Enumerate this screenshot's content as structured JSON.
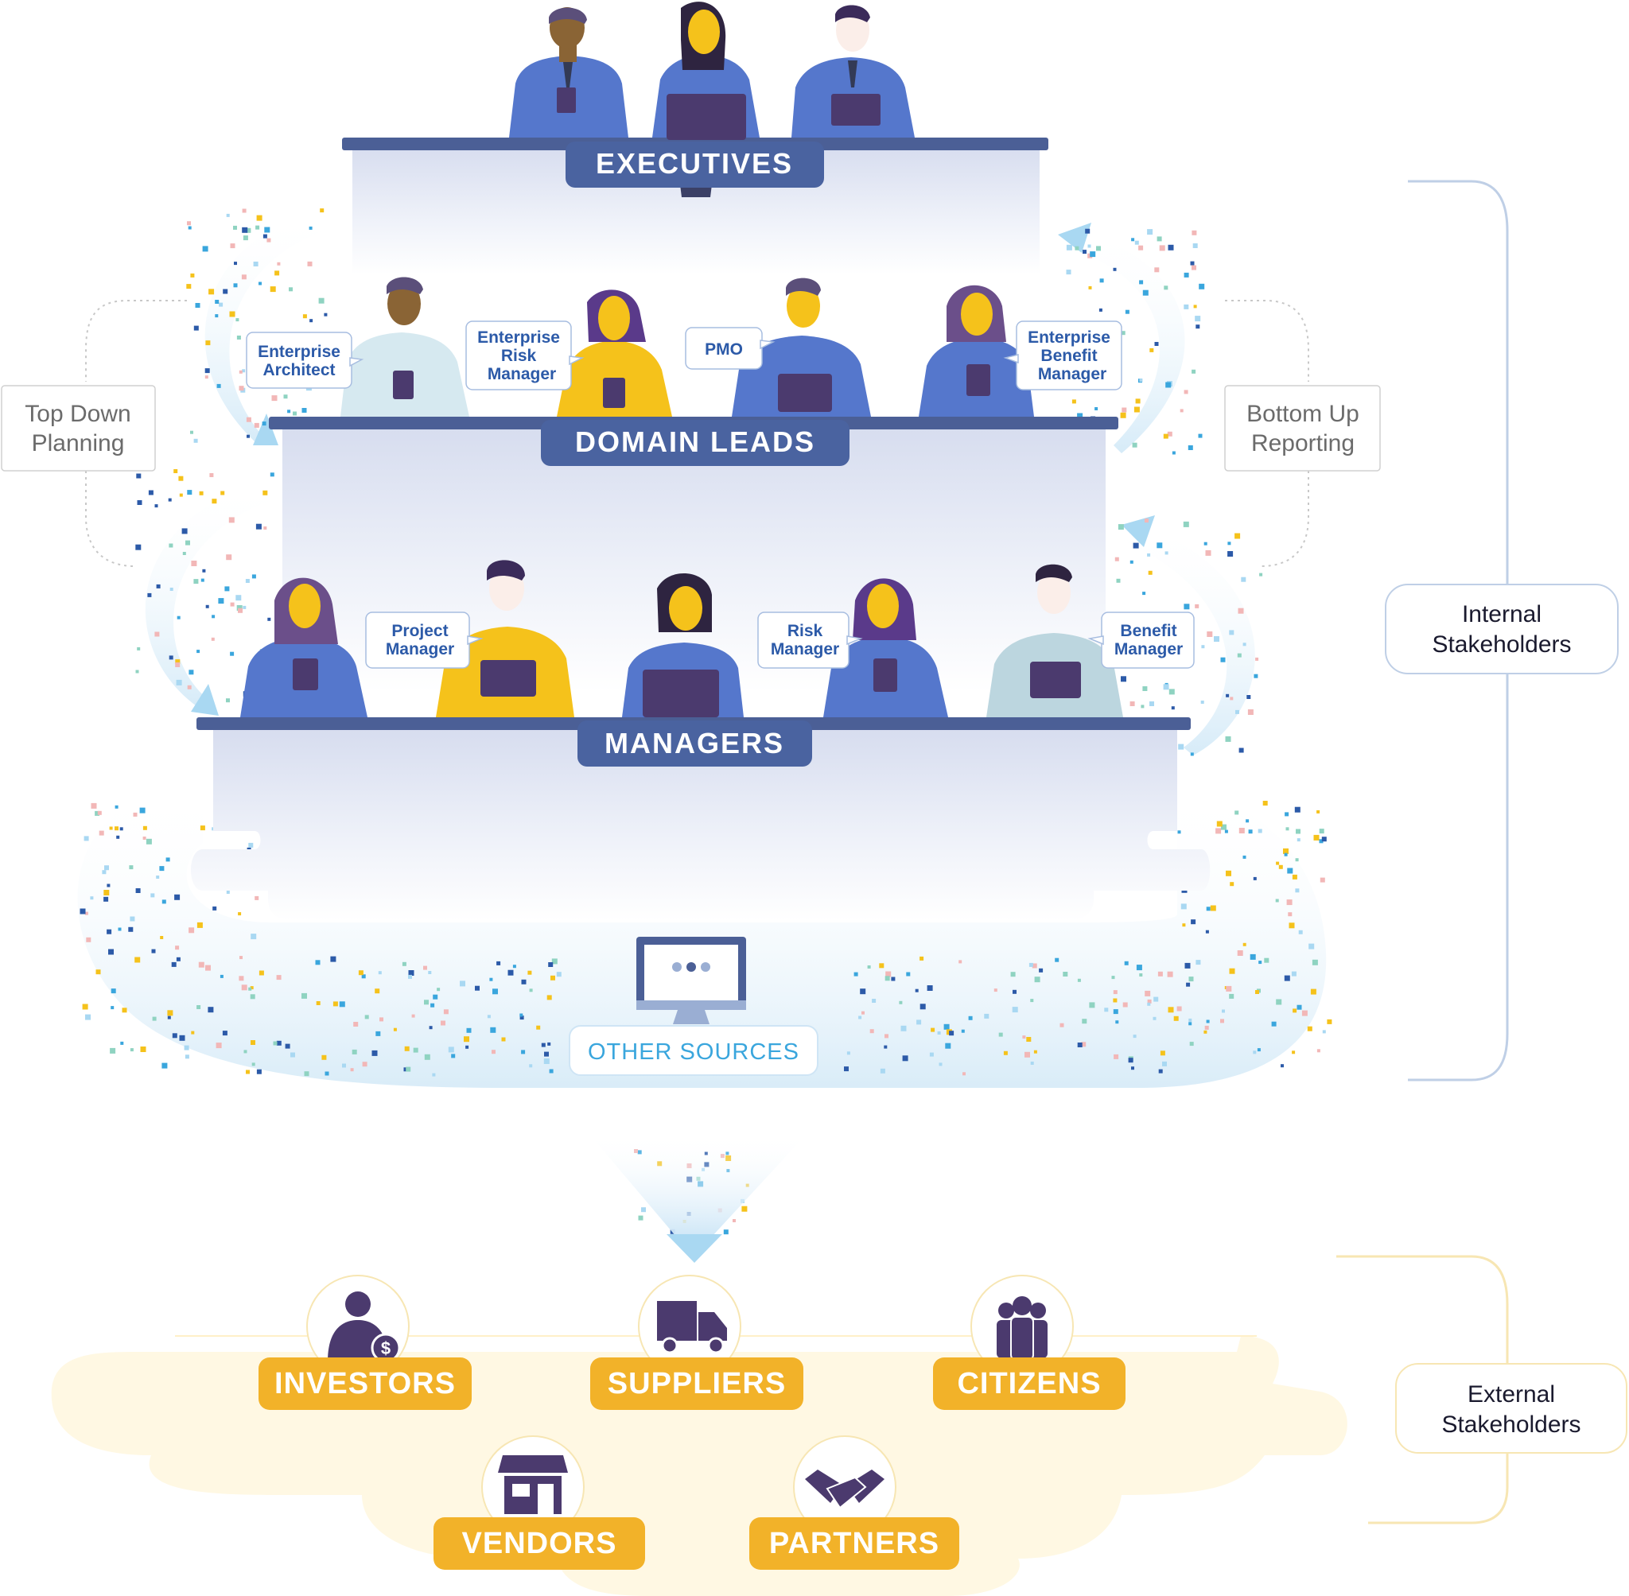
{
  "tiers": {
    "executives": "EXECUTIVES",
    "domain_leads": "DOMAIN LEADS",
    "managers": "MANAGERS"
  },
  "domain_roles": {
    "enterprise_architect": [
      "Enterprise",
      "Architect"
    ],
    "enterprise_risk_manager": [
      "Enterprise",
      "Risk",
      "Manager"
    ],
    "pmo": [
      "PMO"
    ],
    "enterprise_benefit_manager": [
      "Enterprise",
      "Benefit",
      "Manager"
    ]
  },
  "manager_roles": {
    "project_manager": [
      "Project",
      "Manager"
    ],
    "risk_manager": [
      "Risk",
      "Manager"
    ],
    "benefit_manager": [
      "Benefit",
      "Manager"
    ]
  },
  "side_labels": {
    "top_down": [
      "Top Down",
      "Planning"
    ],
    "bottom_up": [
      "Bottom Up",
      "Reporting"
    ]
  },
  "other_sources": "OTHER SOURCES",
  "stakeholders": {
    "internal": [
      "Internal",
      "Stakeholders"
    ],
    "external": [
      "External",
      "Stakeholders"
    ]
  },
  "external": {
    "investors": "INVESTORS",
    "suppliers": "SUPPLIERS",
    "citizens": "CITIZENS",
    "vendors": "VENDORS",
    "partners": "PARTNERS"
  },
  "icons": {
    "investors": "investor-dollar-icon",
    "suppliers": "truck-icon",
    "citizens": "people-group-icon",
    "vendors": "storefront-icon",
    "partners": "handshake-icon",
    "other_sources": "monitor-icon"
  },
  "colors": {
    "tier_blue": "#4a63a0",
    "navy_bar": "#4b5f96",
    "person_blue": "#5577cc",
    "skin_yellow": "#f5c21b",
    "tablet_purple": "#4b3a6e",
    "external_orange": "#f2b229",
    "bubble_blue": "#2c5aa8",
    "source_cyan": "#3aa6dd"
  }
}
